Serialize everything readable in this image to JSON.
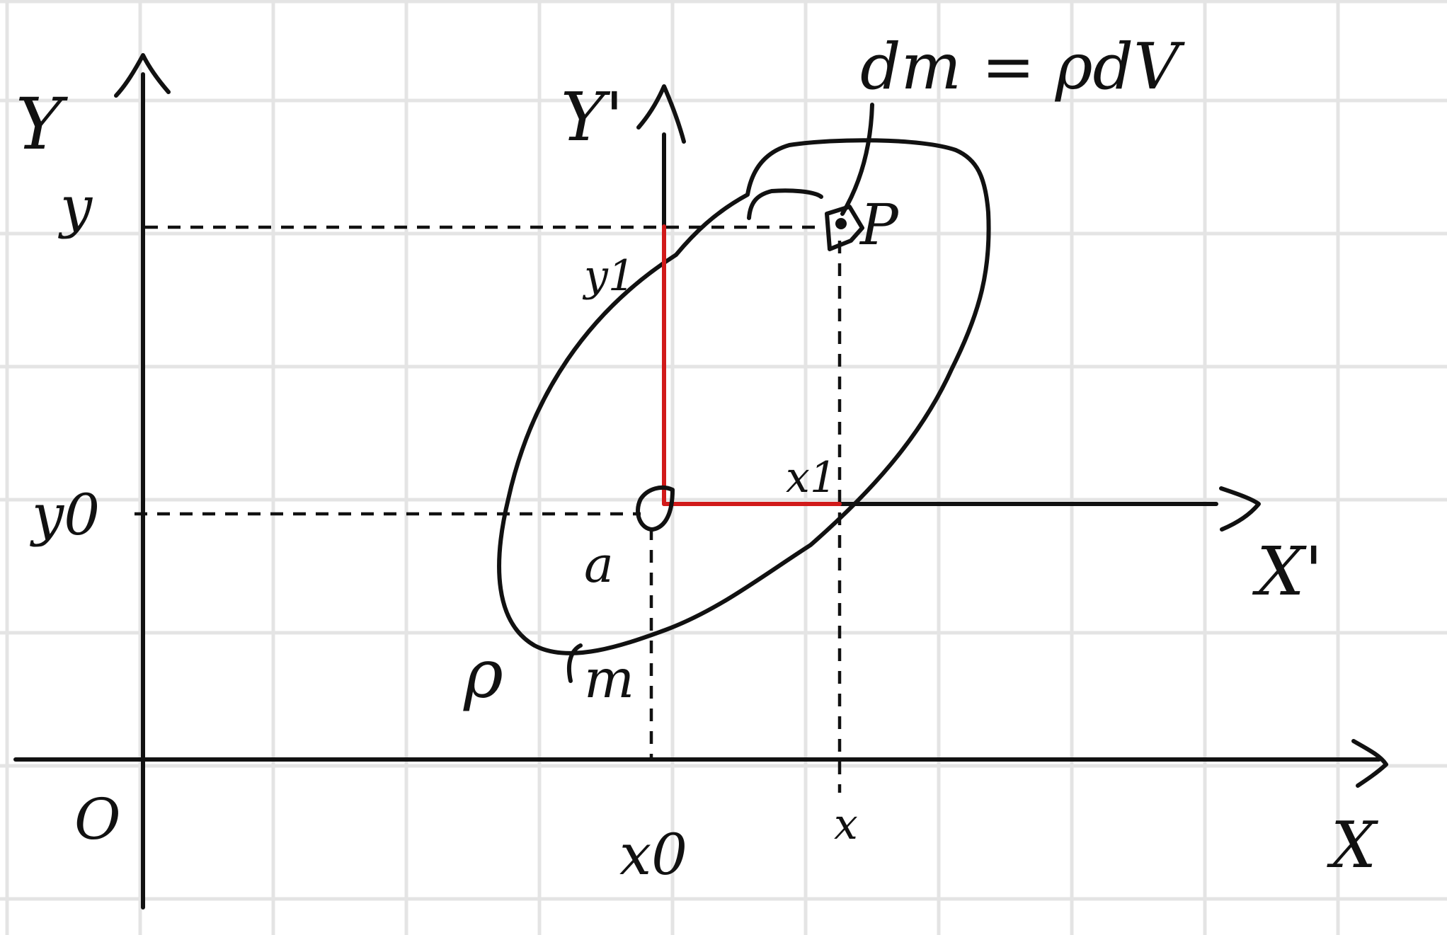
{
  "labels": {
    "y_axis": "Y",
    "x_axis": "X",
    "origin": "O",
    "y_prime": "Y'",
    "x_prime": "X'",
    "dm_formula": "dm = ρdV",
    "point_p": "P",
    "y": "y",
    "y1": "y1",
    "y0": "y0",
    "x": "x",
    "x1": "x1",
    "x0": "x0",
    "a": "a",
    "rho": "ρ",
    "m": "m"
  }
}
